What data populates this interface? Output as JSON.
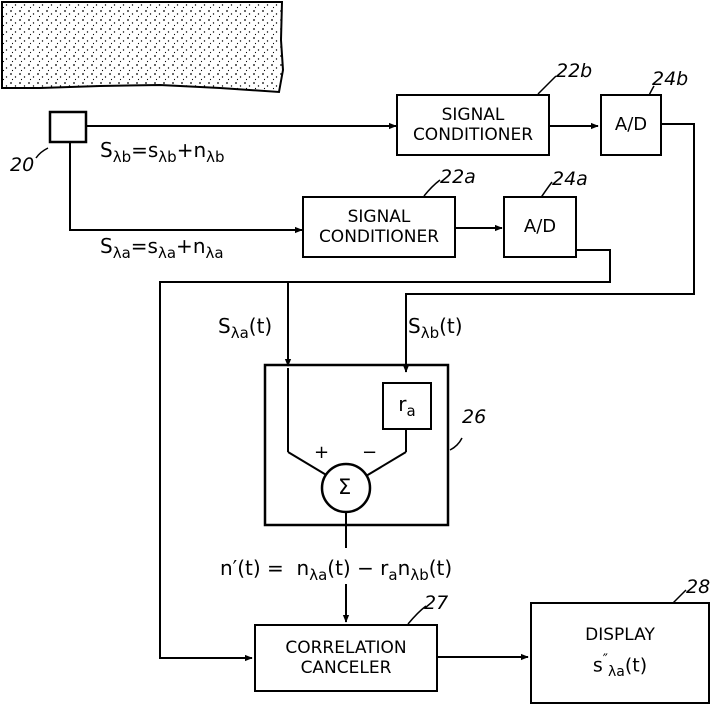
{
  "blocks": {
    "signal_conditioner_b": {
      "line1": "SIGNAL",
      "line2": "CONDITIONER",
      "ref": "22b"
    },
    "ad_b": {
      "label": "A/D",
      "ref": "24b"
    },
    "signal_conditioner_a": {
      "line1": "SIGNAL",
      "line2": "CONDITIONER",
      "ref": "22a"
    },
    "ad_a": {
      "label": "A/D",
      "ref": "24a"
    },
    "subtractor": {
      "ref": "26",
      "scale_factor_base": "r",
      "scale_factor_sub": "a",
      "sum_symbol": "Σ",
      "plus_sign": "+",
      "minus_sign": "−"
    },
    "correlation_canceler": {
      "line1": "CORRELATION",
      "line2": "CANCELER",
      "ref": "27"
    },
    "display": {
      "line1": "DISPLAY",
      "ref": "28",
      "output_base": "s",
      "output_mark": "″",
      "output_sub": "λa",
      "output_arg": "(t)"
    }
  },
  "sensor": {
    "ref": "20"
  },
  "equations": {
    "sb_lhs": "S",
    "sb_lhs_sub": "λb",
    "sb_eq": "=",
    "sb_s": "s",
    "sb_s_sub": "λb",
    "sb_plus": "+",
    "sb_n": "n",
    "sb_n_sub": "λb",
    "sa_lhs": "S",
    "sa_lhs_sub": "λa",
    "sa_eq": "=",
    "sa_s": "s",
    "sa_s_sub": "λa",
    "sa_plus": "+",
    "sa_n": "n",
    "sa_n_sub": "λa",
    "sat_base": "S",
    "sat_sub": "λa",
    "sat_arg": "(t)",
    "sbt_base": "S",
    "sbt_sub": "λb",
    "sbt_arg": "(t)",
    "nprime_lhs": "n′(t) =",
    "nprime_n": "n",
    "nprime_n_sub": "λa",
    "nprime_arg1": "(t) − r",
    "nprime_r_sub": "a",
    "nprime_n2": "n",
    "nprime_n2_sub": "λb",
    "nprime_arg2": "(t)"
  }
}
